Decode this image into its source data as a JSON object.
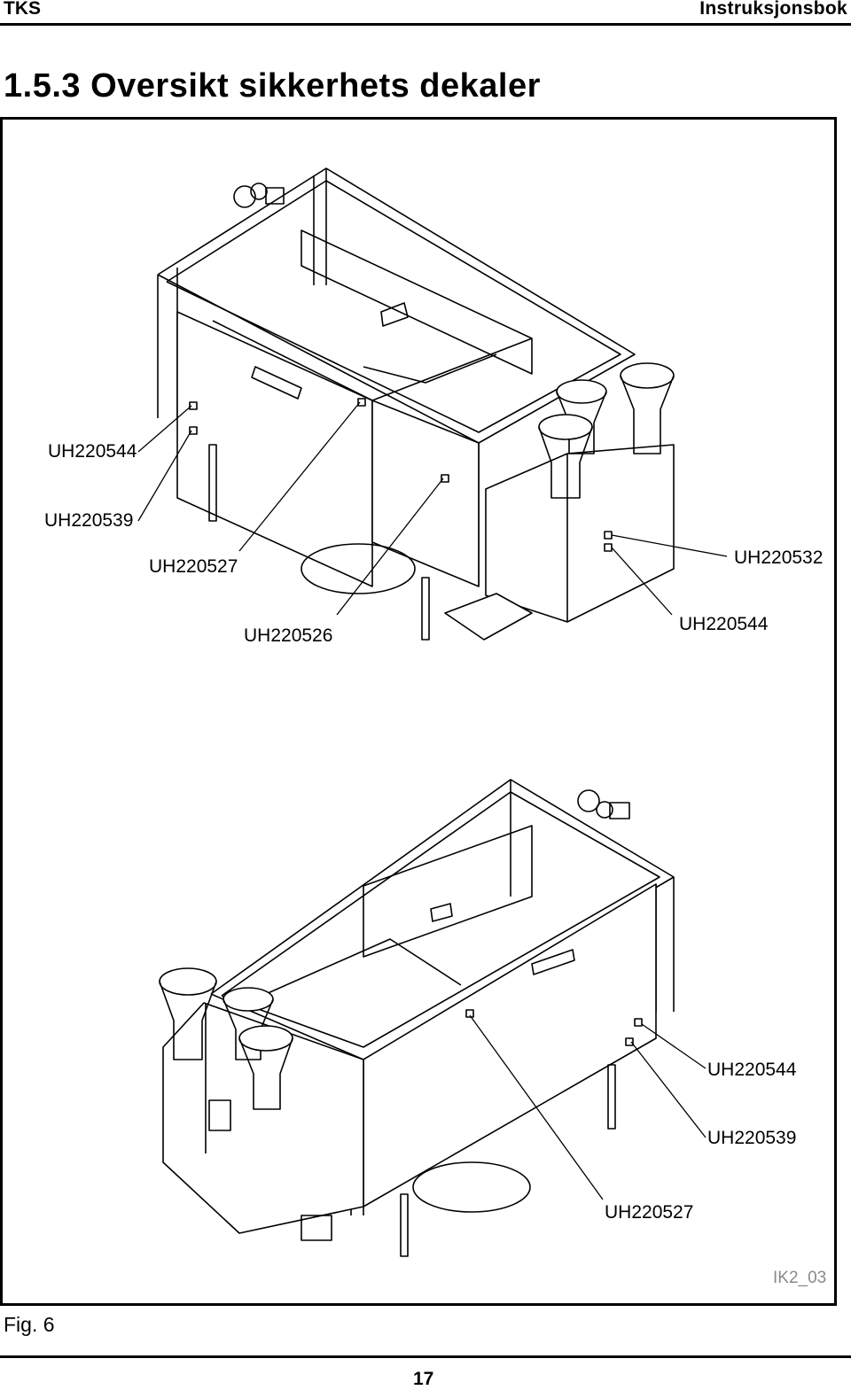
{
  "header": {
    "left": "TKS",
    "right": "Instruksjonsbok"
  },
  "section_title": "1.5.3 Oversikt sikkerhets dekaler",
  "figure": {
    "callouts_top": [
      "UH220544",
      "UH220539",
      "UH220527",
      "UH220532",
      "UH220526",
      "UH220544"
    ],
    "callouts_bottom": [
      "UH220544",
      "UH220539",
      "UH220527"
    ],
    "drawing_id": "IK2_03",
    "caption": "Fig. 6"
  },
  "footer": {
    "page_number": "17"
  }
}
